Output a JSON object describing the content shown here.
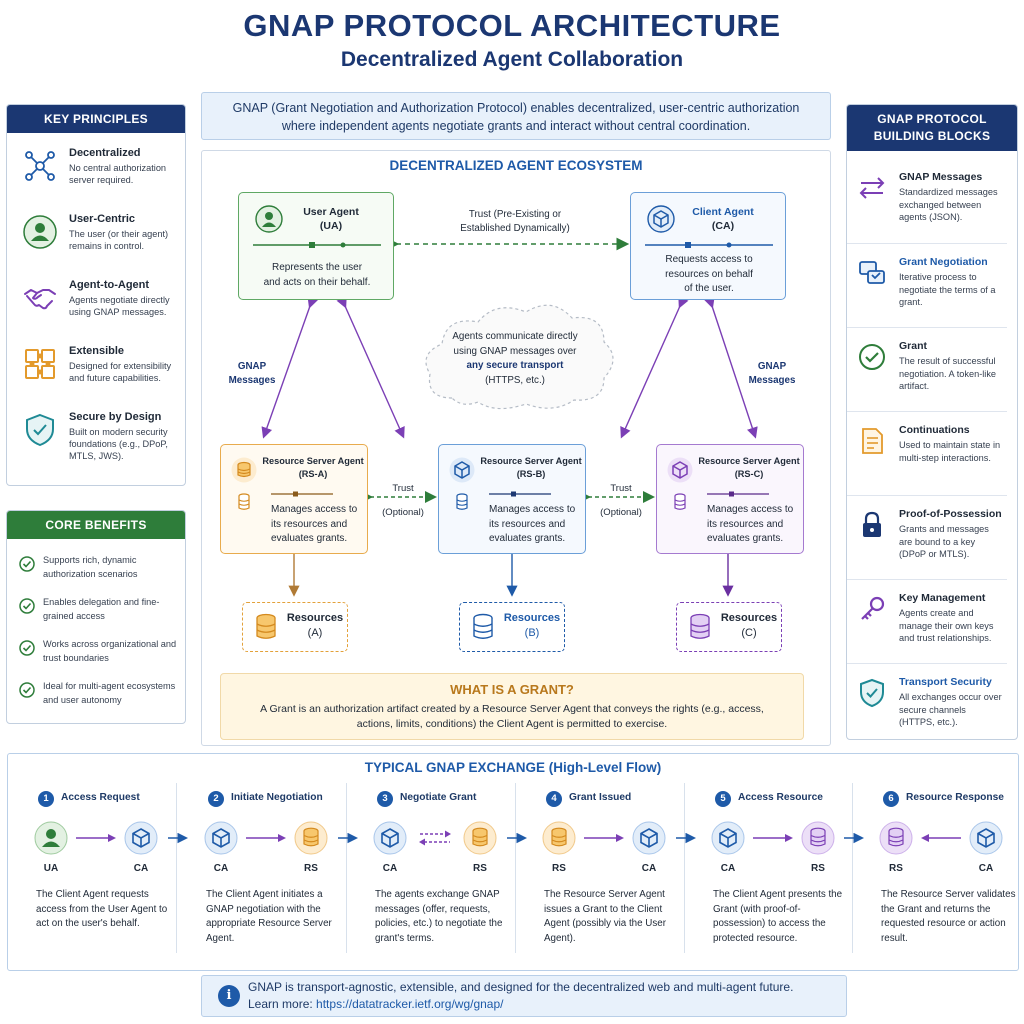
{
  "header": {
    "title": "GNAP PROTOCOL ARCHITECTURE",
    "subtitle": "Decentralized Agent Collaboration",
    "intro_line1": "GNAP (Grant Negotiation and Authorization Protocol) enables decentralized, user-centric authorization",
    "intro_line2": "where independent agents negotiate grants and interact without central coordination."
  },
  "key_principles": {
    "title": "KEY PRINCIPLES",
    "items": [
      {
        "icon": "network-icon",
        "title": "Decentralized",
        "desc": "No central authorization server required."
      },
      {
        "icon": "user-icon",
        "title": "User-Centric",
        "desc": "The user (or their agent) remains in control."
      },
      {
        "icon": "handshake-icon",
        "title": "Agent-to-Agent",
        "desc": "Agents negotiate directly using GNAP messages."
      },
      {
        "icon": "puzzle-icon",
        "title": "Extensible",
        "desc": "Designed for extensibility and future capabilities."
      },
      {
        "icon": "shield-icon",
        "title": "Secure by Design",
        "desc": "Built on modern security foundations (e.g., DPoP, MTLS, JWS)."
      }
    ]
  },
  "core_benefits": {
    "title": "CORE BENEFITS",
    "items": [
      "Supports rich, dynamic authorization scenarios",
      "Enables delegation and fine-grained access",
      "Works across organizational and trust boundaries",
      "Ideal for multi-agent ecosystems and user autonomy"
    ]
  },
  "ecosystem": {
    "title": "DECENTRALIZED AGENT ECOSYSTEM",
    "user_agent": {
      "name1": "User Agent",
      "name2": "(UA)",
      "desc1": "Represents the user",
      "desc2": "and acts on their behalf."
    },
    "client_agent": {
      "name1": "Client Agent",
      "name2": "(CA)",
      "desc1": "Requests access to",
      "desc2": "resources on behalf",
      "desc3": "of the user."
    },
    "trust_top1": "Trust (Pre-Existing or",
    "trust_top2": "Established Dynamically)",
    "cloud1": "Agents communicate directly",
    "cloud2": "using GNAP messages over",
    "cloud3": "any secure transport",
    "cloud4": "(HTTPS, etc.)",
    "gnap_left1": "GNAP",
    "gnap_left2": "Messages",
    "gnap_right1": "GNAP",
    "gnap_right2": "Messages",
    "rs_a": {
      "name1": "Resource Server Agent",
      "name2": "(RS-A)"
    },
    "rs_b": {
      "name1": "Resource Server Agent",
      "name2": "(RS-B)"
    },
    "rs_c": {
      "name1": "Resource Server Agent",
      "name2": "(RS-C)"
    },
    "rs_desc1": "Manages access to",
    "rs_desc2": "its resources and",
    "rs_desc3": "evaluates grants.",
    "trust1": "Trust",
    "optional1": "(Optional)",
    "trust2": "Trust",
    "optional2": "(Optional)",
    "res_a1": "Resources",
    "res_a2": "(A)",
    "res_b1": "Resources",
    "res_b2": "(B)",
    "res_c1": "Resources",
    "res_c2": "(C)",
    "grant_title": "WHAT IS A GRANT?",
    "grant_desc": "A Grant is an authorization artifact created by a Resource Server Agent that conveys the rights (e.g., access, actions, limits, conditions) the Client Agent is permitted to exercise."
  },
  "building_blocks": {
    "title1": "GNAP PROTOCOL",
    "title2": "BUILDING BLOCKS",
    "items": [
      {
        "icon": "arrows-icon",
        "title": "GNAP Messages",
        "desc": "Standardized messages exchanged between agents (JSON)."
      },
      {
        "icon": "negotiation-icon",
        "title": "Grant Negotiation",
        "desc": "Iterative process to negotiate the terms of a grant."
      },
      {
        "icon": "check-circle-icon",
        "title": "Grant",
        "desc": "The result of successful negotiation. A token-like artifact."
      },
      {
        "icon": "document-icon",
        "title": "Continuations",
        "desc": "Used to maintain state in multi-step interactions."
      },
      {
        "icon": "lock-icon",
        "title": "Proof-of-Possession",
        "desc": "Grants and messages are bound to a key (DPoP or MTLS)."
      },
      {
        "icon": "key-icon",
        "title": "Key Management",
        "desc": "Agents create and manage their own keys and trust relationships."
      },
      {
        "icon": "shield-icon",
        "title": "Transport Security",
        "desc": "All exchanges occur over secure channels (HTTPS, etc.)."
      }
    ]
  },
  "flow": {
    "title": "TYPICAL GNAP EXCHANGE (High-Level Flow)",
    "steps": [
      {
        "num": "1",
        "title": "Access Request",
        "a": "UA",
        "b": "CA",
        "desc": "The Client Agent requests access from the User Agent to act on the user's behalf."
      },
      {
        "num": "2",
        "title": "Initiate Negotiation",
        "a": "CA",
        "b": "RS",
        "desc": "The Client Agent initiates a GNAP negotiation with the appropriate Resource Server Agent."
      },
      {
        "num": "3",
        "title": "Negotiate Grant",
        "a": "CA",
        "b": "RS",
        "desc": "The agents exchange GNAP messages (offer, requests, policies, etc.) to negotiate the grant's terms."
      },
      {
        "num": "4",
        "title": "Grant Issued",
        "a": "RS",
        "b": "CA",
        "desc": "The Resource Server Agent issues a Grant to the Client Agent (possibly via the User Agent)."
      },
      {
        "num": "5",
        "title": "Access Resource",
        "a": "CA",
        "b": "RS",
        "desc": "The Client Agent presents the Grant (with proof-of-possession) to access the protected resource."
      },
      {
        "num": "6",
        "title": "Resource Response",
        "a": "RS",
        "b": "CA",
        "desc": "The Resource Server validates the Grant and returns the requested resource or action result."
      }
    ]
  },
  "footer": {
    "line1": "GNAP is transport-agnostic, extensible, and designed for the decentralized web and multi-agent future.",
    "learn": "Learn more: ",
    "link": "https://datatracker.ietf.org/wg/gnap/"
  },
  "colors": {
    "navy": "#1b3772",
    "blue": "#1e5aa8",
    "green": "#2e7d3a",
    "orange": "#e3a13a",
    "purple": "#7b3fb5"
  }
}
